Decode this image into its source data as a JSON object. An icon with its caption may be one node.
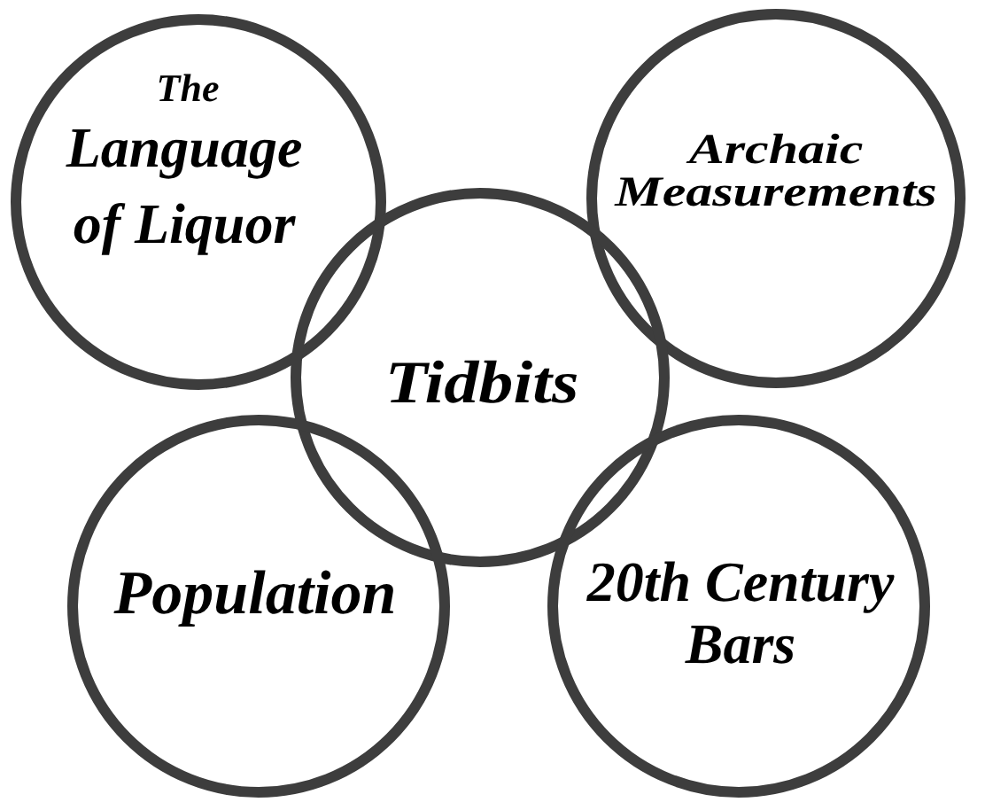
{
  "diagram": {
    "nodes": [
      {
        "text": [
          "The",
          "Language of Liquor"
        ]
      },
      {
        "text": [
          "Archaic Measurements"
        ]
      },
      {
        "text": [
          "Tidbits"
        ]
      },
      {
        "text": [
          "Population"
        ]
      },
      {
        "text": [
          "20th Century Bars"
        ]
      }
    ]
  }
}
